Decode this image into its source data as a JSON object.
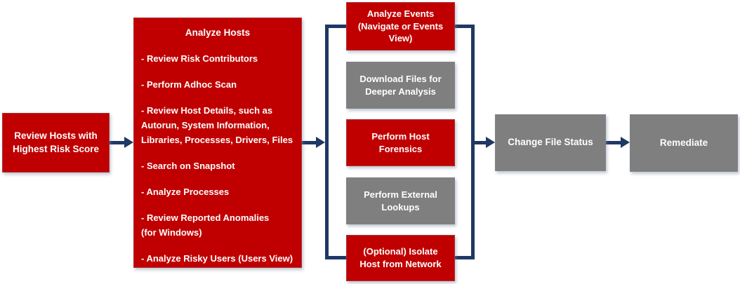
{
  "colors": {
    "box_red": "#C00000",
    "box_gray": "#7F7F7F",
    "connector_navy": "#1F3864",
    "text_white": "#FFFFFF"
  },
  "flow": {
    "step1": {
      "label": "Review Hosts with\nHighest Risk Score"
    },
    "analyze_hosts": {
      "title": "Analyze Hosts",
      "items": [
        "- Review Risk Contributors",
        "- Perform Adhoc Scan",
        "- Review Host Details, such as\nAutorun, System Information,\nLibraries, Processes, Drivers, Files",
        "- Search on Snapshot",
        "- Analyze Processes",
        "- Review Reported Anomalies\n(for Windows)",
        "- Analyze Risky Users (Users View)"
      ]
    },
    "parallel_actions": [
      {
        "label": "Analyze Events\n(Navigate or Events\nView)",
        "color": "red"
      },
      {
        "label": "Download Files for\nDeeper Analysis",
        "color": "gray"
      },
      {
        "label": "Perform Host\nForensics",
        "color": "red"
      },
      {
        "label": "Perform External\nLookups",
        "color": "gray"
      },
      {
        "label": "(Optional) Isolate\nHost from Network",
        "color": "red"
      }
    ],
    "change_file_status": {
      "label": "Change File Status"
    },
    "remediate": {
      "label": "Remediate"
    }
  }
}
